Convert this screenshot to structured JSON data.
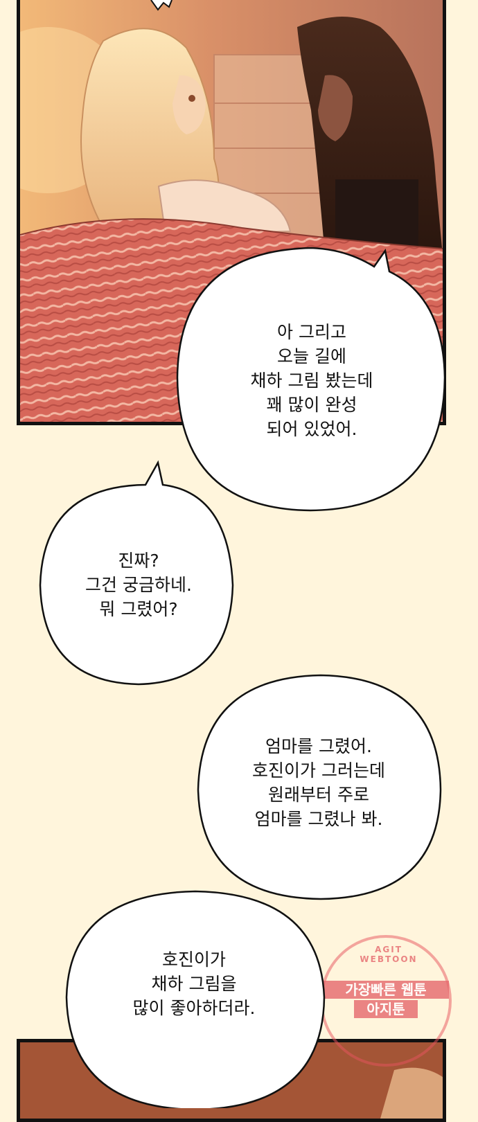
{
  "dialogue": {
    "bubble1": "아 그리고\n오늘 길에\n채하 그림 봤는데\n꽤 많이 완성\n되어 있었어.",
    "bubble2": "진짜?\n그건 궁금하네.\n뭐 그렸어?",
    "bubble3": "엄마를 그렸어.\n호진이가 그러는데\n원래부터 주로\n엄마를 그렸나 봐.",
    "bubble4": "호진이가\n채하 그림을\n많이 좋아하더라."
  },
  "watermark": {
    "ring_text": "AGIT WEBTOON",
    "line1": "가장빠른 웹툰",
    "line2": "아지툰"
  },
  "colors": {
    "page_background": "#fff5dc",
    "panel_warm": "#c6754f",
    "blanket_red": "#d7675a",
    "watermark_red": "#e1505a"
  }
}
